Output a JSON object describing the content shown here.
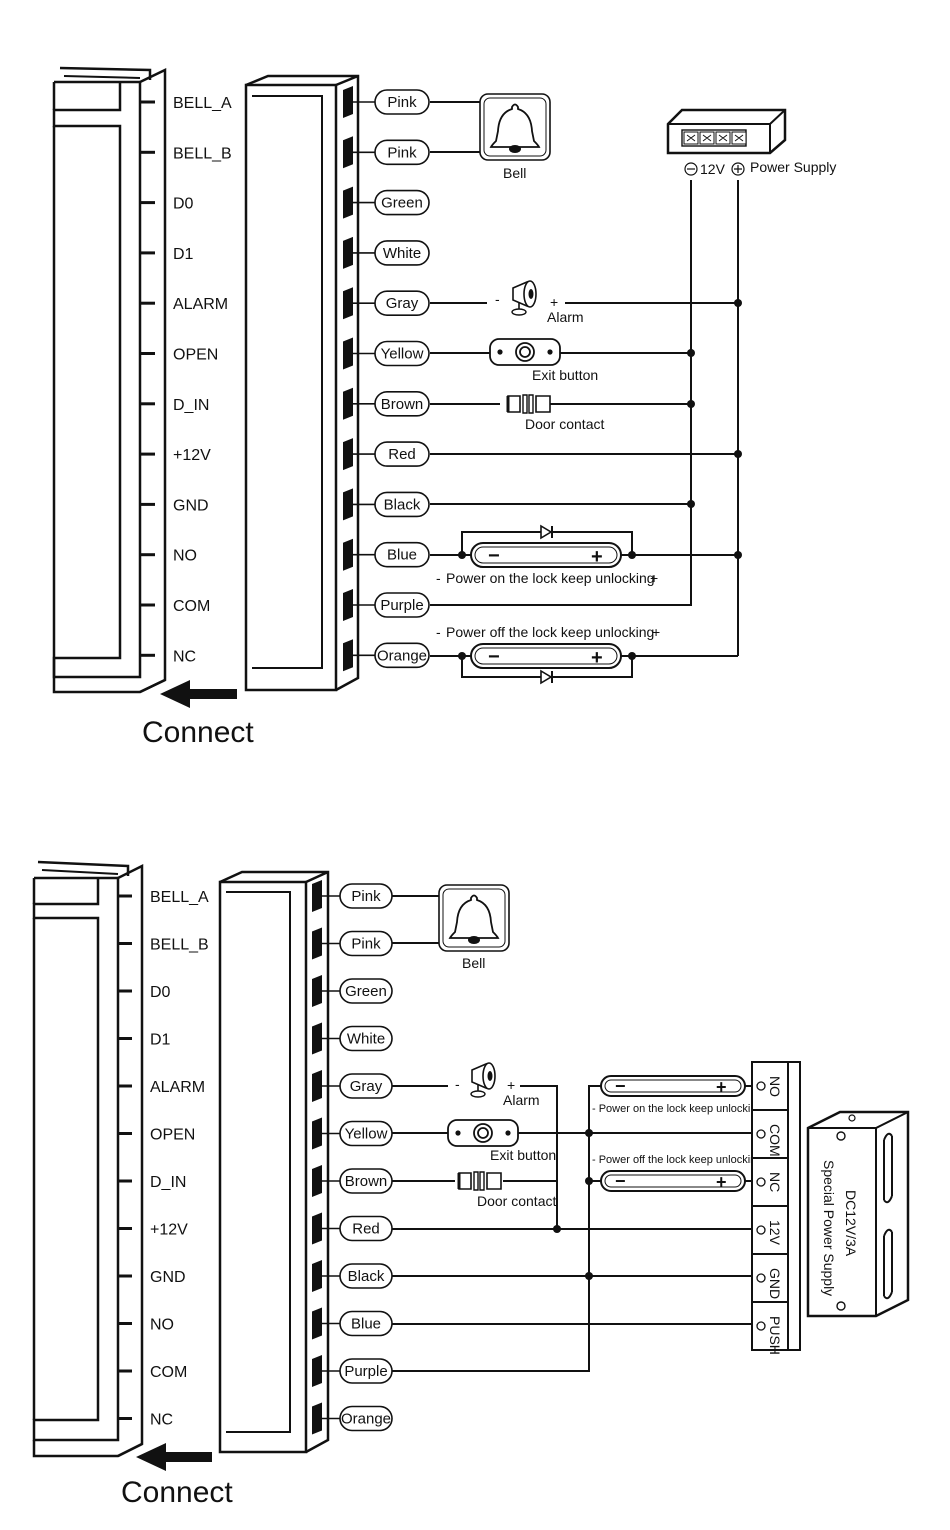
{
  "pins": [
    "BELL_A",
    "BELL_B",
    "D0",
    "D1",
    "ALARM",
    "OPEN",
    "D_IN",
    "+12V",
    "GND",
    "NO",
    "COM",
    "NC"
  ],
  "wires": [
    "Pink",
    "Pink",
    "Green",
    "White",
    "Gray",
    "Yellow",
    "Brown",
    "Red",
    "Black",
    "Blue",
    "Purple",
    "Orange"
  ],
  "connect_label": "Connect",
  "components": {
    "bell": "Bell",
    "alarm": "Alarm",
    "exit_button": "Exit button",
    "door_contact": "Door contact",
    "power_supply": "Power Supply",
    "psu_voltage": "12V",
    "minus": "−",
    "plus": "+",
    "minus_sign": "-",
    "lock_on": "Power on the lock keep unlocking",
    "lock_off": "Power off the lock keep unlocking",
    "lock_on_small": "- Power on the lock keep unlocking +",
    "lock_off_small": "- Power off the lock keep unlocking +"
  },
  "special_psu": {
    "terminals": [
      "NO",
      "COM",
      "NC",
      "12V",
      "GND",
      "PUSH"
    ],
    "title_line1": "DC12V/3A",
    "title_line2": "Special Power Supply"
  }
}
